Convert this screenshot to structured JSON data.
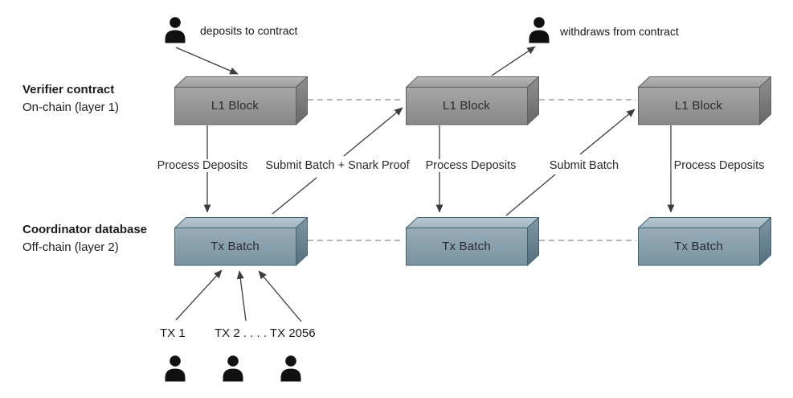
{
  "diagram": {
    "layer1": {
      "title": "Verifier contract",
      "subtitle": "On-chain (layer 1)"
    },
    "layer2": {
      "title": "Coordinator database",
      "subtitle": "Off-chain (layer 2)"
    },
    "actors": {
      "depositor": "deposits to contract",
      "withdrawer": "withdraws from contract"
    },
    "blocks": {
      "l1_1": "L1 Block",
      "l1_2": "L1 Block",
      "l1_3": "L1 Block",
      "tx_1": "Tx Batch",
      "tx_2": "Tx Batch",
      "tx_3": "Tx Batch"
    },
    "edges": {
      "process_deposits_1": "Process Deposits",
      "submit_batch_snark": "Submit Batch + Snark Proof",
      "process_deposits_2": "Process Deposits",
      "submit_batch": "Submit Batch",
      "process_deposits_3": "Process Deposits"
    },
    "transactions": {
      "first": "TX 1",
      "rest": "TX 2 . . . . TX 2056"
    },
    "colors": {
      "l1_block_face": "#9a9a9a",
      "tx_batch_face": "#8aa1ae",
      "arrow": "#3c3c3c",
      "dashed_connector": "#ababab",
      "person": "#111111"
    }
  }
}
